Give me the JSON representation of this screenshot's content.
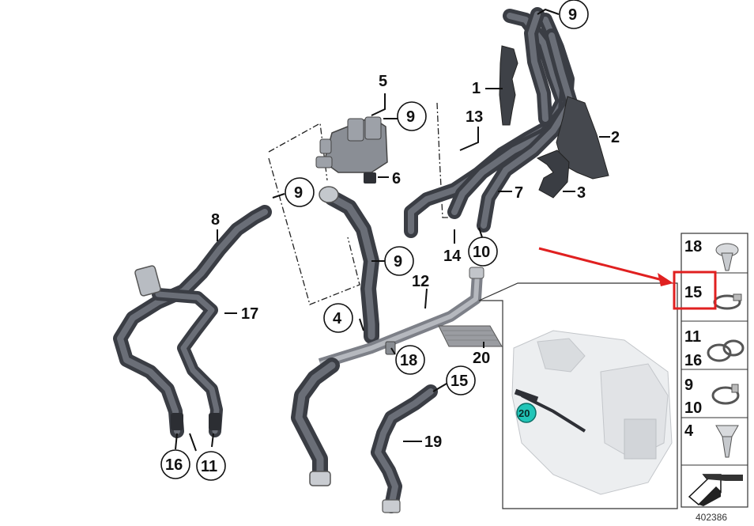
{
  "callouts": {
    "c1": "1",
    "c2": "2",
    "c3": "3",
    "c4": "4",
    "c5": "5",
    "c6": "6",
    "c7": "7",
    "c8": "8",
    "c9a": "9",
    "c9b": "9",
    "c9c": "9",
    "c9d": "9",
    "c10": "10",
    "c11": "11",
    "c12": "12",
    "c13": "13",
    "c14": "14",
    "c15": "15",
    "c16": "16",
    "c17": "17",
    "c18": "18",
    "c19": "19",
    "c20": "20",
    "inset_marker": "20"
  },
  "legend": {
    "r1": "18",
    "r2": "15",
    "r3a": "11",
    "r3b": "16",
    "r4a": "9",
    "r4b": "10",
    "r5": "4"
  },
  "highlight_color": "#e02020",
  "marker_color": "#21c5b8",
  "drawing_number": "402386"
}
